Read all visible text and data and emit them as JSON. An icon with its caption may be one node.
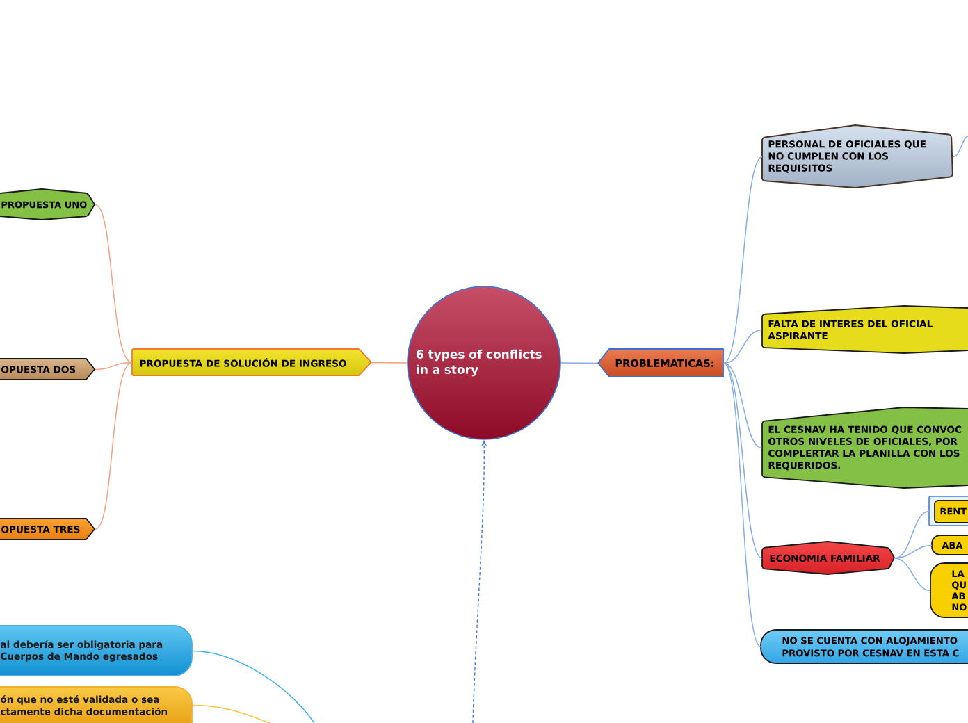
{
  "diagram": {
    "nodes": [
      {
        "text": [
          "6 types of conflicts in a story"
        ]
      },
      {
        "text": [
          "PROPUESTA DE SOLUCIÓN DE INGRESO"
        ]
      },
      {
        "text": [
          "PROPUESTA UNO"
        ]
      },
      {
        "text": [
          "OPUESTA DOS"
        ]
      },
      {
        "text": [
          "OPUESTA TRES"
        ]
      },
      {
        "text": [
          "PROBLEMATICAS:"
        ]
      },
      {
        "text": [
          "PERSONAL DE OFICIALES QUE NO CUMPLEN CON LOS REQUISITOS"
        ]
      },
      {
        "text": [
          "FALTA DE INTERES DEL OFICIAL ASPIRANTE"
        ]
      },
      {
        "text": [
          "EL CESNAV HA TENIDO QUE CONVOC OTROS NIVELES DE OFICIALES, POR COMPLERTAR LA PLANILLA CON LOS REQUERIDOS."
        ]
      },
      {
        "text": [
          "ECONOMIA FAMILIAR"
        ]
      },
      {
        "text": [
          "RENT"
        ]
      },
      {
        "text": [
          "ABA"
        ]
      },
      {
        "text": [
          "LA QU AB NO"
        ]
      },
      {
        "text": [
          "NO SE CUENTA CON ALOJAMIENTO PROVISTO POR CESNAV EN ESTA C"
        ]
      },
      {
        "text": [
          "al debería ser obligatoria para Cuerpos de Mando egresados"
        ]
      },
      {
        "text": [
          "ón que no esté validada o sea ctamente dicha documentación"
        ]
      }
    ],
    "edges": [
      {
        "from": 0,
        "to": 1,
        "arrow": "none",
        "color": "#f4a084"
      },
      {
        "from": 1,
        "to": 2,
        "arrow": "none",
        "color": "#f4a084"
      },
      {
        "from": 1,
        "to": 3,
        "arrow": "none",
        "color": "#f4a084"
      },
      {
        "from": 1,
        "to": 4,
        "arrow": "none",
        "color": "#f4a084"
      },
      {
        "from": 0,
        "to": 5,
        "arrow": "none"
      },
      {
        "from": 5,
        "to": 6,
        "arrow": "none"
      },
      {
        "from": 5,
        "to": 7,
        "arrow": "none"
      },
      {
        "from": 5,
        "to": 8,
        "arrow": "none"
      },
      {
        "from": 5,
        "to": 9,
        "arrow": "none"
      },
      {
        "from": 5,
        "to": 13,
        "arrow": "none"
      },
      {
        "from": 9,
        "to": 10,
        "arrow": "none"
      },
      {
        "from": 9,
        "to": 11,
        "arrow": "none"
      },
      {
        "from": 9,
        "to": 12,
        "arrow": "none"
      },
      {
        "from": 6,
        "to": null,
        "arrow": "none"
      },
      {
        "from": null,
        "to": 0,
        "arrow": "to",
        "style": "dashed",
        "color": "#4a7fd8"
      },
      {
        "from": 14,
        "to": null,
        "arrow": "none",
        "color": "#3cb4ec"
      },
      {
        "from": 15,
        "to": null,
        "arrow": "none",
        "color": "#f6c440"
      }
    ]
  }
}
